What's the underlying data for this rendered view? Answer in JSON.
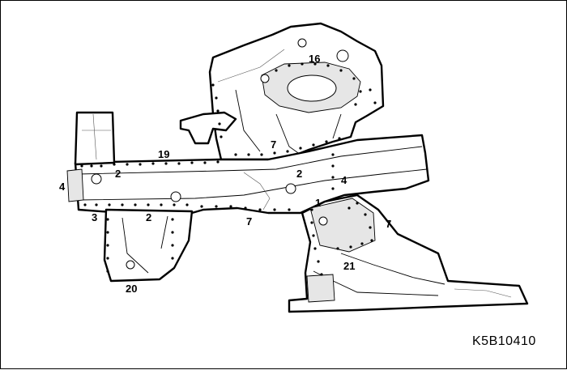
{
  "figure_id": "K5B10410",
  "callouts": [
    {
      "label": "16"
    },
    {
      "label": "19"
    },
    {
      "label": "7"
    },
    {
      "label": "2"
    },
    {
      "label": "4"
    },
    {
      "label": "4"
    },
    {
      "label": "2"
    },
    {
      "label": "1"
    },
    {
      "label": "3"
    },
    {
      "label": "2"
    },
    {
      "label": "7"
    },
    {
      "label": "7"
    },
    {
      "label": "21"
    },
    {
      "label": "20"
    }
  ]
}
